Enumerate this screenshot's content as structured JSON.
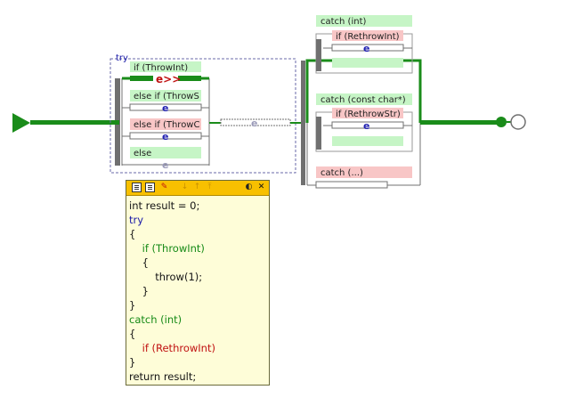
{
  "diagram": {
    "try_label": "try",
    "try_branches": [
      {
        "label": "if (ThrowInt)",
        "marker": "e>>"
      },
      {
        "label": "else if (ThrowS",
        "marker": "e"
      },
      {
        "label": "else if (ThrowC",
        "marker": "e"
      },
      {
        "label": "else",
        "marker": "e"
      }
    ],
    "link_marker": "e",
    "catch_blocks": [
      {
        "label": "catch (int)",
        "inner_label": "if (RethrowInt)",
        "marker": "e"
      },
      {
        "label": "catch (const char*)",
        "inner_label": "if (RethrowStr)",
        "marker": "e"
      },
      {
        "label": "catch (...)"
      }
    ],
    "colors": {
      "flow_active": "#1a8c1a",
      "flow_inactive": "#707070",
      "label_green": "#c6f5c6",
      "label_red": "#f8c6c6",
      "try_border": "#6a6aa8"
    }
  },
  "popup": {
    "toolbar_icons": [
      "document-icon",
      "document-lines-icon",
      "edit-icon",
      "arrow-down-icon",
      "arrow-up-icon",
      "arrow-top-icon",
      "globe-icon",
      "close-icon"
    ],
    "toolbar_glyphs": [
      "",
      "",
      "✎",
      "↓",
      "↑",
      "⤒",
      "◐",
      "✕"
    ],
    "code_lines": [
      {
        "text": "int result = 0;",
        "color": "black"
      },
      {
        "text": "try",
        "color": "blue"
      },
      {
        "text": "{",
        "color": "black"
      },
      {
        "text": "    if (ThrowInt)",
        "color": "green"
      },
      {
        "text": "    {",
        "color": "black"
      },
      {
        "text": "        throw(1);",
        "color": "black"
      },
      {
        "text": "    }",
        "color": "black"
      },
      {
        "text": "}",
        "color": "black"
      },
      {
        "text": "catch (int)",
        "color": "green"
      },
      {
        "text": "{",
        "color": "black"
      },
      {
        "text": "    if (RethrowInt)",
        "color": "red"
      },
      {
        "text": "}",
        "color": "black"
      },
      {
        "text": "return result;",
        "color": "black"
      }
    ]
  }
}
